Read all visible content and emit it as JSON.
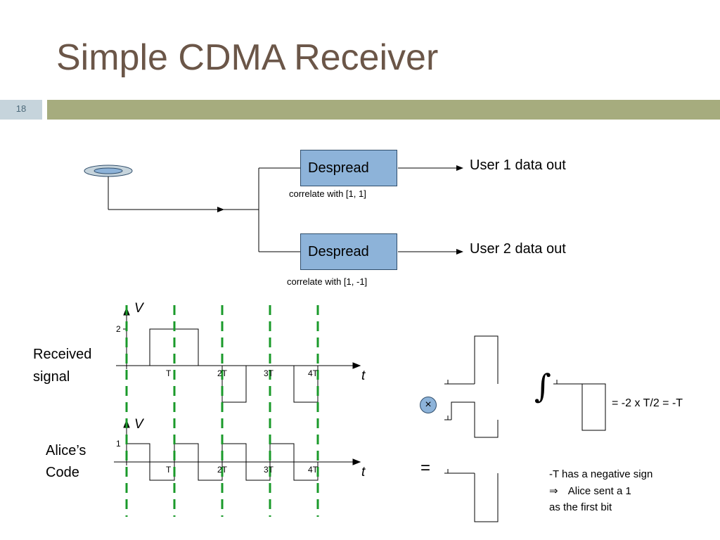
{
  "slide": {
    "title": "Simple CDMA Receiver",
    "number": "18"
  },
  "diagram": {
    "box1_label": "Despread",
    "box2_label": "Despread",
    "out1": "User 1 data out",
    "out2": "User 2 data out",
    "corr1": "correlate with [1, 1]",
    "corr2": "correlate with [1, -1]"
  },
  "received": {
    "label_line1": "Received",
    "label_line2": "signal",
    "axis_v": "V",
    "axis_t": "t",
    "y_tick": "2",
    "x_ticks": [
      "T",
      "2T",
      "3T",
      "4T"
    ]
  },
  "code": {
    "label_line1": "Alice’s",
    "label_line2": "Code",
    "axis_v": "V",
    "axis_t": "t",
    "y_tick": "1",
    "x_ticks": [
      "T",
      "2T",
      "3T",
      "4T"
    ]
  },
  "math": {
    "times_symbol": "×",
    "equals_symbol": "=",
    "integral_symbol": "∫",
    "result": "= -2 x T/2 = -T",
    "conclusion_line1": "-T has a negative sign",
    "conclusion_arrow": "⇒",
    "conclusion_line2": "Alice sent a 1",
    "conclusion_line3": "as the first bit"
  },
  "colors": {
    "title": "#6b5648",
    "accent_bar": "#a6ac7e",
    "box_fill": "#8db3d9",
    "dashed_lines": "#1a9a2a"
  }
}
